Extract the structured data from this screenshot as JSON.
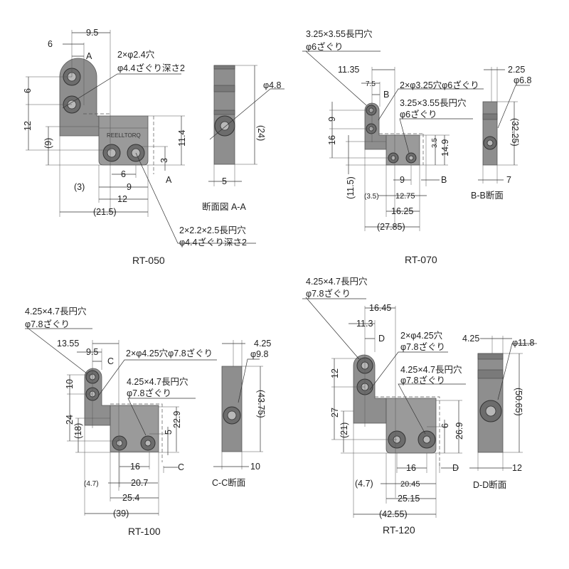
{
  "rt050": {
    "title": "RT-050",
    "brand": "REELLTORQ",
    "dims": {
      "w95": "9.5",
      "w6": "6",
      "secA1": "A",
      "h6": "6",
      "h12": "12",
      "h9": "(9)",
      "h114": "11.4",
      "h3": "3",
      "b6": "6",
      "secA2": "A",
      "b3": "(3)",
      "b9": "9",
      "b12": "12",
      "b215": "(21.5)"
    },
    "callout1": [
      "2×φ2.4穴",
      "φ4.4ざぐり深さ2"
    ],
    "callout2": [
      "2×2.2×2.5長円穴",
      "φ4.4ざぐり深さ2"
    ],
    "section": {
      "dia": "φ4.8",
      "h": "(24)",
      "w": "5",
      "label": "断面図 A-A"
    }
  },
  "rt070": {
    "title": "RT-070",
    "dims": {
      "w1135": "11.35",
      "w75": "7.5",
      "secB1": "B",
      "h9": "9",
      "h16": "16",
      "h115": "(11.5)",
      "h35": "3.5",
      "h149": "14.9",
      "b9": "9",
      "secB2": "B",
      "b35": "(3.5)",
      "b1275": "12.75",
      "b1625": "16.25",
      "b2785": "(27.85)"
    },
    "callout1": [
      "3.25×3.55長円穴",
      "φ6ざぐり"
    ],
    "callout2": [
      "2×φ3.25穴φ6ざぐり"
    ],
    "callout3": [
      "3.25×3.55長円穴",
      "φ6ざぐり"
    ],
    "section": {
      "w225": "2.25",
      "dia": "φ6.8",
      "h": "(32.25)",
      "w": "7",
      "label": "B-B断面"
    }
  },
  "rt100": {
    "title": "RT-100",
    "dims": {
      "w1355": "13.55",
      "w95": "9.5",
      "secC1": "C",
      "h10": "10",
      "h24": "24",
      "h18": "(18)",
      "h5": "5",
      "h229": "22.9",
      "b16": "16",
      "secC2": "C",
      "b47": "(4.7)",
      "b207": "20.7",
      "b254": "25.4",
      "b39": "(39)"
    },
    "callout1": [
      "4.25×4.7長円穴",
      "φ7.8ざぐり"
    ],
    "callout2": [
      "2×φ4.25穴φ7.8ざぐり"
    ],
    "callout3": [
      "4.25×4.7長円穴",
      "φ7.8ざぐり"
    ],
    "section": {
      "w425": "4.25",
      "dia": "φ9.8",
      "h": "(43.75)",
      "w": "10",
      "label": "C-C断面"
    }
  },
  "rt120": {
    "title": "RT-120",
    "dims": {
      "w1645": "16.45",
      "w113": "11.3",
      "secD1": "D",
      "h12": "12",
      "h27": "27",
      "h21": "(21)",
      "h6": "6",
      "h269": "26.9",
      "b16": "16",
      "secD2": "D",
      "b47": "(4.7)",
      "b2045": "20.45",
      "b2515": "25.15",
      "b4255": "(42.55)"
    },
    "callout1": [
      "4.25×4.7長円穴",
      "φ7.8ざぐり"
    ],
    "callout2": [
      "2×φ4.25穴",
      "φ7.8ざぐり"
    ],
    "callout3": [
      "4.25×4.7長円穴",
      "φ7.8ざぐり"
    ],
    "section": {
      "w425": "4.25",
      "dia": "φ11.8",
      "h": "(50.65)",
      "w": "12",
      "label": "D-D断面"
    }
  }
}
